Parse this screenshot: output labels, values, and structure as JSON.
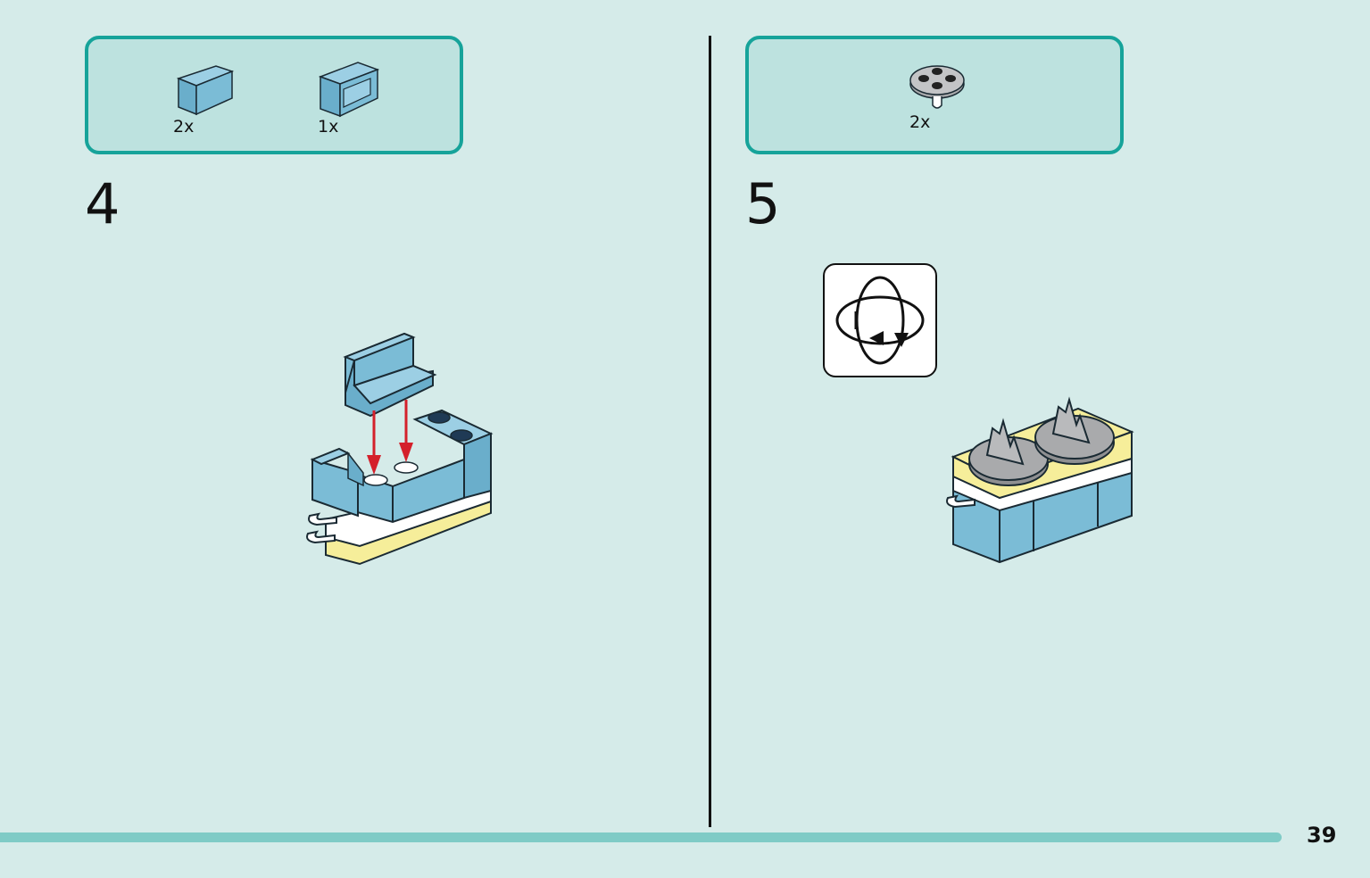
{
  "steps": [
    {
      "number": "4",
      "parts": [
        {
          "icon": "light-blue-bracket-1x2",
          "qty": "2x"
        },
        {
          "icon": "light-blue-corner-panel",
          "qty": "1x"
        }
      ]
    },
    {
      "number": "5",
      "parts": [
        {
          "icon": "dark-gray-round-plate-with-clip",
          "qty": "2x"
        }
      ]
    }
  ],
  "page_number": "39",
  "colors": {
    "background": "#d5ebe9",
    "parts_box_border": "#16a39a",
    "parts_box_fill": "#bde2df",
    "brick_blue": "#7bbcd6",
    "brick_yellow": "#f6ee9a",
    "plate_gray": "#a9aaac",
    "arrow_red": "#d4202b",
    "bottom_bar": "#7fcbc6"
  },
  "icons": {
    "rotate": "rotate-model-icon"
  }
}
